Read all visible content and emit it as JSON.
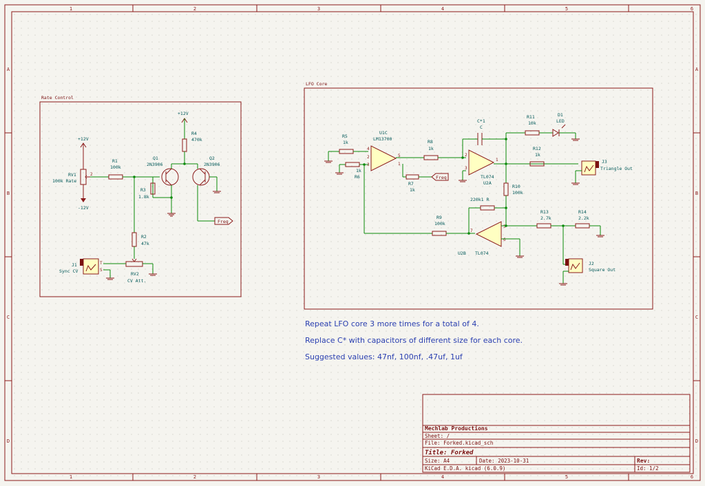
{
  "frame": {
    "columns": [
      "1",
      "2",
      "3",
      "4",
      "5",
      "6"
    ],
    "rows": [
      "A",
      "B",
      "C",
      "D"
    ]
  },
  "rate_control": {
    "title": "Rate Control",
    "pwr_top": "+12V",
    "pwr_bottom": "-12V",
    "rv1_ref": "RV1",
    "rv1_value": "100k Rate",
    "r1_ref": "R1",
    "r1_value": "100k",
    "q1_ref": "Q1",
    "q1_value": "2N3906",
    "r3_ref": "R3",
    "r3_value": "1.8k",
    "r4_pwr": "+12V",
    "r4_ref": "R4",
    "r4_value": "470k",
    "q2_ref": "Q2",
    "q2_value": "2N3906",
    "freq_label": "Freq",
    "r2_ref": "R2",
    "r2_value": "47k",
    "j1_ref": "J1",
    "j1_value": "Sync CV",
    "rv2_ref": "RV2",
    "rv2_value": "CV Att.",
    "pin_2": "2",
    "pin_t": "T",
    "pin_s": "S"
  },
  "lfo_core": {
    "title": "LFO Core",
    "r5_ref": "R5",
    "r5_value": "1k",
    "r6_ref": "R6",
    "r6_value": "1k",
    "u1_ref": "U1C",
    "u1_value": "LM13700",
    "r8_ref": "R8",
    "r8_value": "1k",
    "r7_ref": "R7",
    "r7_value": "1k",
    "freq_label": "Freq",
    "c1_ref": "C*1",
    "c1_value": "C",
    "u2a_ref": "TL074",
    "u2a_value": "U2A",
    "r11_ref": "R11",
    "r11_value": "10k",
    "d1_ref": "D1",
    "d1_value": "LED",
    "r12_ref": "R12",
    "r12_value": "1k",
    "j3_ref": "J3",
    "j3_value": "Triangle Out",
    "r10_ref": "R10",
    "r10_value": "100k",
    "r_fb_value": "220k1 R",
    "r9_ref": "R9",
    "r9_value": "100k",
    "u2b_ref": "U2B",
    "u2b_value": "TL074",
    "r13_ref": "R13",
    "r13_value": "2.7k",
    "r14_ref": "R14",
    "r14_value": "2.2k",
    "j2_ref": "J2",
    "j2_value": "Square Out",
    "pin_4": "4",
    "pin_2": "2",
    "pin_3": "3",
    "pin_5": "5",
    "pin_1": "1",
    "pin_7": "7",
    "pin_6": "6"
  },
  "notes": [
    "Repeat LFO core 3 more times for a total of 4.",
    "Replace C* with capacitors of different size for each core.",
    "Suggested values: 47nf, 100nf, .47uf, 1uf"
  ],
  "title_block": {
    "company": "Mechlab Productions",
    "sheet": "Sheet: /",
    "file": "File: Forked.kicad_sch",
    "title": "Title: Forked",
    "size": "Size: A4",
    "date": "Date: 2023-10-31",
    "rev": "Rev:",
    "tool": "KiCad E.D.A.  kicad (6.0.9)",
    "id": "Id: 1/2"
  }
}
